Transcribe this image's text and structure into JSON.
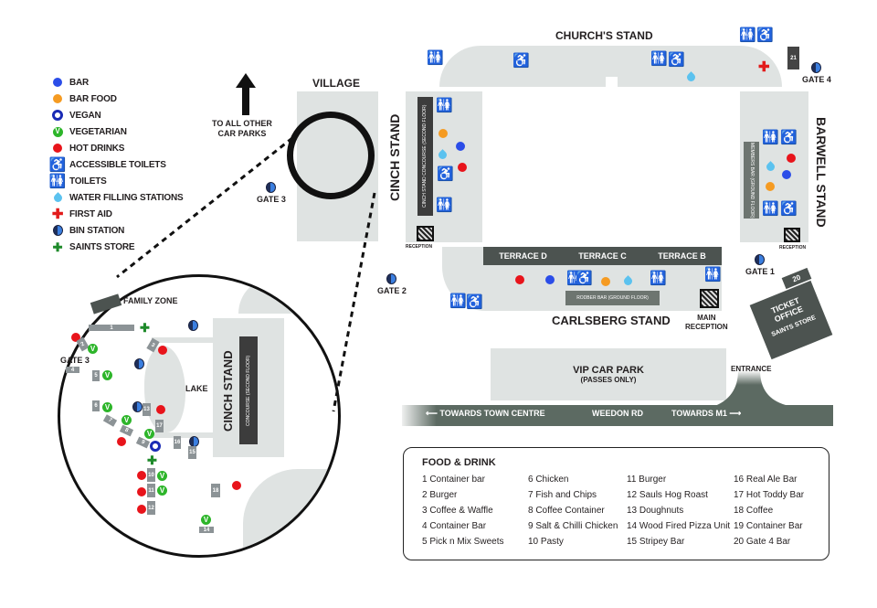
{
  "legend": [
    {
      "icon": "bar-dot",
      "label": "BAR",
      "color": "#2b4de8"
    },
    {
      "icon": "bar-food-dot",
      "label": "BAR FOOD",
      "color": "#f59b22"
    },
    {
      "icon": "vegan-ring",
      "label": "VEGAN",
      "color": "#1a2bb5"
    },
    {
      "icon": "vegetarian-v",
      "label": "VEGETARIAN",
      "color": "#2db52a"
    },
    {
      "icon": "hot-drinks-dot",
      "label": "HOT DRINKS",
      "color": "#e8141b"
    },
    {
      "icon": "accessible-toilet-icon",
      "label": "ACCESSIBLE TOILETS"
    },
    {
      "icon": "toilets-icon",
      "label": "TOILETS"
    },
    {
      "icon": "water-drop-icon",
      "label": "WATER FILLING STATIONS",
      "color": "#5bc2ef"
    },
    {
      "icon": "first-aid-cross-icon",
      "label": "FIRST AID",
      "color": "#e21b1b"
    },
    {
      "icon": "bin-icon",
      "label": "BIN STATION"
    },
    {
      "icon": "saints-store-icon",
      "label": "SAINTS STORE",
      "color": "#1e8a2a"
    }
  ],
  "symbols": {
    "v": "V",
    "toilet": "🚻",
    "accessible": "♿",
    "cross": "✚",
    "arrow_left": "⟵",
    "arrow_right": "⟶"
  },
  "map": {
    "car_parks_arrow": "TO ALL OTHER\nCAR PARKS",
    "car_parks_line1": "TO ALL OTHER",
    "car_parks_line2": "CAR PARKS",
    "village": "VILLAGE",
    "churchs_stand": "CHURCH'S STAND",
    "cinch_stand": "CINCH STAND",
    "cinch_concourse": "CINCH STAND CONCOURSE (SECOND FLOOR)",
    "barwell_stand": "BARWELL STAND",
    "members_bar": "MEMBERS BAR (GROUND FLOOR)",
    "carlsberg_stand": "CARLSBERG STAND",
    "rodber_bar": "RODBER BAR (GROUND FLOOR)",
    "terraces": [
      "TERRACE D",
      "TERRACE C",
      "TERRACE B"
    ],
    "reception": "RECEPTION",
    "main_reception_1": "MAIN",
    "main_reception_2": "RECEPTION",
    "ticket_office_1": "TICKET",
    "ticket_office_2": "OFFICE",
    "saints_store": "SAINTS STORE",
    "stall_20": "20",
    "stall_21": "21",
    "vip_car_park": "VIP CAR PARK",
    "vip_passes": "(PASSES ONLY)",
    "entrance": "ENTRANCE",
    "road_left": "TOWARDS TOWN CENTRE",
    "road_name": "WEEDON RD",
    "road_right": "TOWARDS M1",
    "gates": {
      "gate1": "GATE 1",
      "gate2": "GATE 2",
      "gate3": "GATE 3",
      "gate4": "GATE 4"
    }
  },
  "inset": {
    "family_zone": "FAMILY ZONE",
    "gate3": "GATE 3",
    "lake": "LAKE",
    "cinch_stand": "CINCH STAND",
    "concourse": "CONCOURSE (SECOND FLOOR)",
    "stalls": [
      "1",
      "2",
      "3",
      "4",
      "5",
      "6",
      "7",
      "8",
      "9",
      "10",
      "11",
      "12",
      "13",
      "14",
      "15",
      "16",
      "17",
      "18"
    ]
  },
  "food_drink": {
    "title": "FOOD & DRINK",
    "items": [
      "1  Container bar",
      "2 Burger",
      "3 Coffee & Waffle",
      "4 Container Bar",
      "5 Pick n Mix Sweets",
      "6 Chicken",
      "7 Fish and Chips",
      "8 Coffee Container",
      "9 Salt & Chilli Chicken",
      "10 Pasty",
      "11 Burger",
      "12 Sauls Hog Roast",
      "13 Doughnuts",
      "14 Wood Fired Pizza Unit",
      "15  Stripey Bar",
      "16 Real Ale Bar",
      "17 Hot Toddy Bar",
      "18 Coffee",
      "19 Container Bar",
      "20 Gate 4 Bar"
    ]
  }
}
